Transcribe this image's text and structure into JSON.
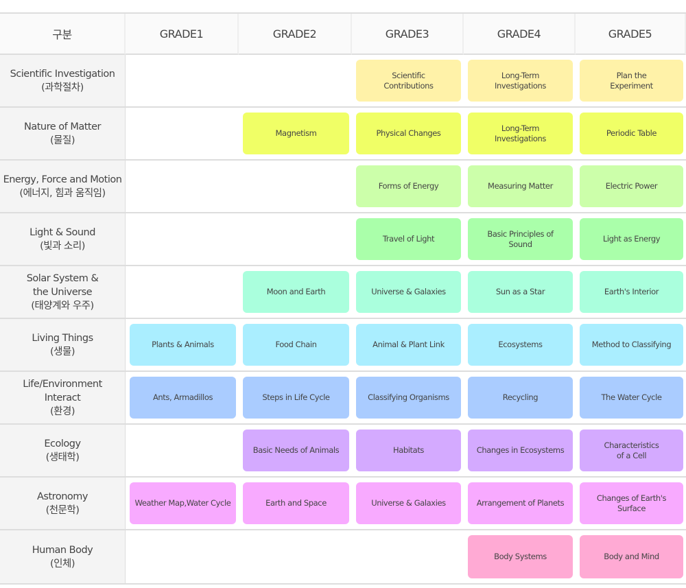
{
  "header": {
    "category_label": "구분",
    "grades": [
      "GRADE1",
      "GRADE2",
      "GRADE3",
      "GRADE4",
      "GRADE5"
    ]
  },
  "rows": [
    {
      "label": "Scientific Investigation\n(과학절차)",
      "color": "#fff2a8",
      "cells": [
        "",
        "",
        "Scientific\nContributions",
        "Long-Term\nInvestigations",
        "Plan the\nExperiment"
      ]
    },
    {
      "label": "Nature of Matter\n(물질)",
      "color": "#f0ff66",
      "cells": [
        "",
        "Magnetism",
        "Physical Changes",
        "Long-Term\nInvestigations",
        "Periodic Table"
      ]
    },
    {
      "label": "Energy, Force and Motion\n(에너지, 힘과 움직임)",
      "color": "#ccffaa",
      "cells": [
        "",
        "",
        "Forms of Energy",
        "Measuring Matter",
        "Electric Power"
      ]
    },
    {
      "label": "Light & Sound\n(빛과 소리)",
      "color": "#aaffaa",
      "cells": [
        "",
        "",
        "Travel of Light",
        "Basic Principles of\nSound",
        "Light as Energy"
      ]
    },
    {
      "label": "Solar System &\nthe Universe\n(태양계와 우주)",
      "color": "#aaffdd",
      "cells": [
        "",
        "Moon and Earth",
        "Universe & Galaxies",
        "Sun as a Star",
        "Earth's Interior"
      ]
    },
    {
      "label": "Living Things\n(생물)",
      "color": "#aaeeff",
      "cells": [
        "Plants & Animals",
        "Food Chain",
        "Animal & Plant Link",
        "Ecosystems",
        "Method to Classifying"
      ]
    },
    {
      "label": "Life/Environment\nInteract\n(환경)",
      "color": "#aaccff",
      "cells": [
        "Ants, Armadillos",
        "Steps in Life Cycle",
        "Classifying Organisms",
        "Recycling",
        "The Water Cycle"
      ]
    },
    {
      "label": "Ecology\n(생태학)",
      "color": "#d4aaff",
      "cells": [
        "",
        "Basic Needs of Animals",
        "Habitats",
        "Changes in Ecosystems",
        "Characteristics\nof a Cell"
      ]
    },
    {
      "label": "Astronomy\n(천문학)",
      "color": "#f8aaff",
      "cells": [
        "Weather Map,Water Cycle",
        "Earth and Space",
        "Universe & Galaxies",
        "Arrangement of Planets",
        "Changes of Earth's\nSurface"
      ]
    },
    {
      "label": "Human Body\n(인체)",
      "color": "#ffaad4",
      "cells": [
        "",
        "",
        "",
        "Body Systems",
        "Body and Mind"
      ]
    }
  ]
}
